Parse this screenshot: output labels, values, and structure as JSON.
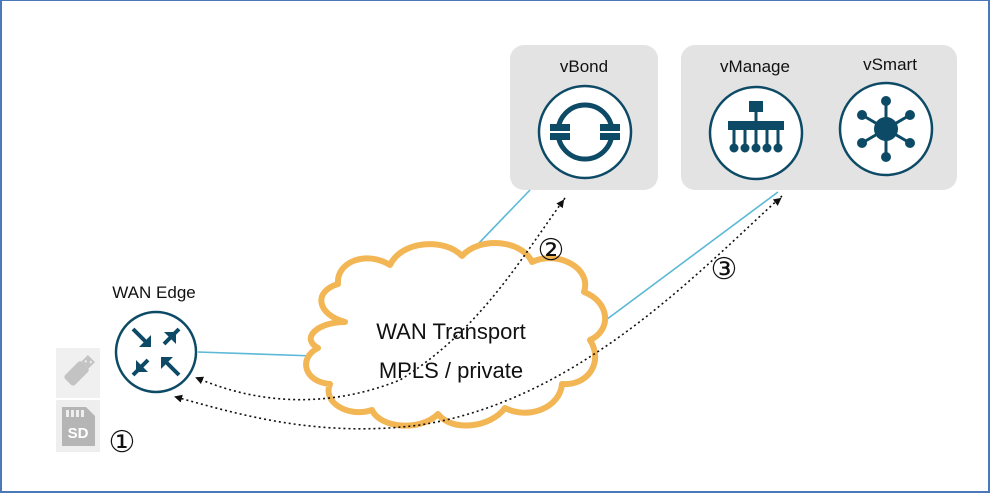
{
  "nodes": {
    "vbond": {
      "label": "vBond"
    },
    "vmanage": {
      "label": "vManage"
    },
    "vsmart": {
      "label": "vSmart"
    },
    "wan_edge": {
      "label": "WAN Edge"
    }
  },
  "cloud": {
    "line1": "WAN Transport",
    "line2": "MPLS / private"
  },
  "steps": {
    "step1": "①",
    "step2": "②",
    "step3": "③"
  },
  "storage": {
    "sd_label": "SD"
  },
  "icons": {
    "vbond": "vbond-orchestrator-icon",
    "vmanage": "vmanage-hierarchy-icon",
    "vsmart": "vsmart-hub-icon",
    "wan_edge": "router-arrows-icon",
    "usb": "usb-stick-icon",
    "sd": "sd-card-icon"
  },
  "colors": {
    "icon_fill": "#0d4a66",
    "icon_ring": "#0d4a66",
    "panel": "#e3e3e3",
    "cloud_stroke": "#f2b655",
    "link": "#5bb8d6",
    "frame": "#4a78b8"
  }
}
